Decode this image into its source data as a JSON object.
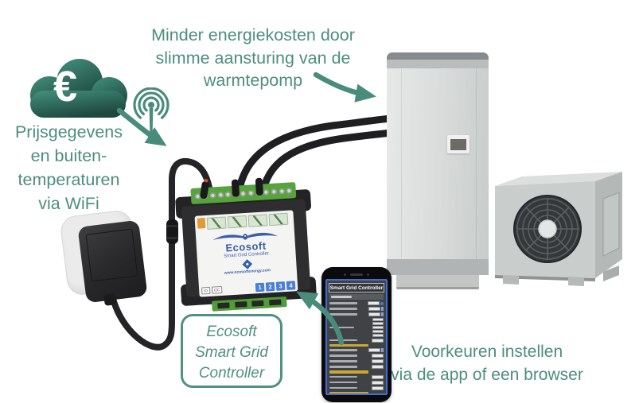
{
  "captions": {
    "top": {
      "lines": [
        "Minder energiekosten door",
        "slimme aansturing van de",
        "warmtepomp"
      ]
    },
    "left": {
      "lines": [
        "Prijsgegevens",
        "en buiten-",
        "temperaturen",
        "via WiFi"
      ]
    },
    "bottom_right": {
      "lines": [
        "Voorkeuren instellen",
        "via de app of een browser"
      ]
    },
    "info_box": {
      "lines": [
        "Ecosoft",
        "Smart Grid",
        "Controller"
      ]
    }
  },
  "cloud": {
    "euro_symbol": "€"
  },
  "controller": {
    "brand": "Ecosoft",
    "model": "Smart Grid Controller",
    "website": "www.ecosoftenergy.com",
    "chip_labels": [
      "IO",
      "I2C"
    ],
    "output_numbers": [
      "1",
      "2",
      "3",
      "4"
    ]
  },
  "phone": {
    "app_title": "Smart Grid Controller",
    "screen_rows": [
      "header",
      "field-icon",
      "select",
      "select",
      "multi",
      "field",
      "yellow",
      "select",
      "field",
      "field",
      "field",
      "yellow",
      "field",
      "field",
      "field",
      "yellow",
      "field",
      "field"
    ]
  },
  "colors": {
    "teal_text": "#4d8e7d",
    "arrow": "#4a8c7b",
    "cloud_gradient_top": "#43917e",
    "cloud_gradient_bottom": "#1e473d",
    "logo_blue": "#3a5fa8",
    "terminal_green": "#57a33c",
    "phone_screen_border": "#3f6fd6",
    "app_section_yellow": "#c9a832"
  }
}
